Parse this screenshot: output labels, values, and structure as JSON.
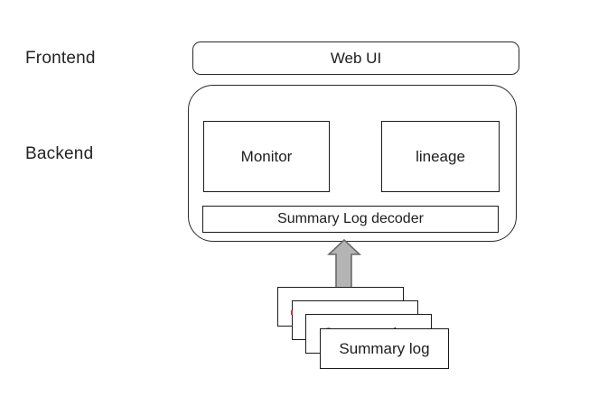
{
  "page": {
    "background": "#ffffff"
  },
  "labels": {
    "frontend": "Frontend",
    "backend": "Backend"
  },
  "frontend": {
    "web_ui_label": "Web UI"
  },
  "backend": {
    "monitor_label": "Monitor",
    "lineage_label": "lineage",
    "decoder_label": "Summary Log decoder"
  },
  "log_stack": {
    "items": [
      {
        "label": "Summary log"
      },
      {
        "label": "Summary log"
      },
      {
        "label": "Summary log"
      },
      {
        "label": "Summary log"
      }
    ]
  },
  "arrow": {
    "direction": "up",
    "fill": "#b4b4b4",
    "stroke": "#6a6a6a"
  },
  "colors": {
    "box_border": "#1a1a1a",
    "container_border": "#2a2a2a",
    "text": "#1d1d1d",
    "artifact_red": "#cc3333"
  }
}
